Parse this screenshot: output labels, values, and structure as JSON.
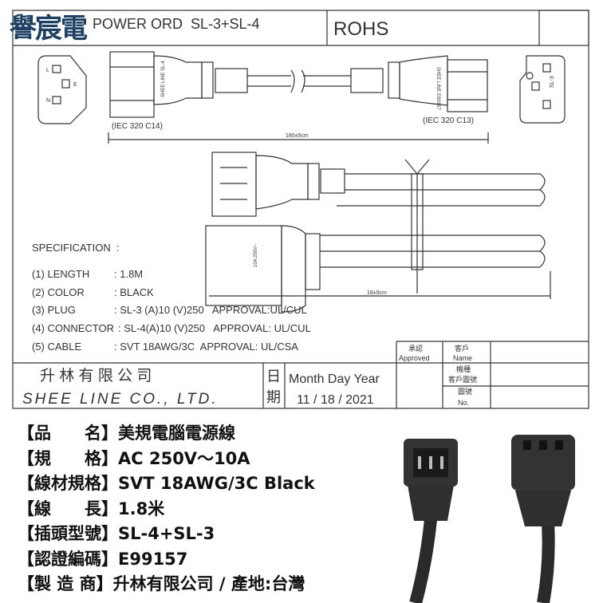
{
  "logo": {
    "text": "譽宸電"
  },
  "drawing": {
    "title": "POWER ORD  SL-3+SL-4",
    "rohs": "ROHS",
    "left_connector_label": "(IEC 320 C14)",
    "right_connector_label": "(IEC 320 C13)",
    "length_dimension": "180±5cm",
    "bundle_dimension": "18±5cm",
    "left_molding": "SHEE LINE SL-4",
    "right_molding": "SHEE LINE E99157",
    "rating_molding": "10A 250V~",
    "outlet_pins": [
      "L",
      "E",
      "N"
    ],
    "sl3_label": "SL-3",
    "spec_heading": "SPECIFICATION  :",
    "specs": [
      {
        "key": "(1) LENGTH",
        "value": ": 1.8M"
      },
      {
        "key": "(2) COLOR",
        "value": ": BLACK"
      },
      {
        "key": "(3) PLUG",
        "value": ": SL-3 (A)10 (V)250   APPROVAL:UL/CUL"
      },
      {
        "key": "(4) CONNECTOR",
        "value": ": SL-4(A)10 (V)250   APPROVAL: UL/CUL"
      },
      {
        "key": "(5) CABLE",
        "value": ": SVT 18AWG/3C  APPROVAL: UL/CSA"
      }
    ],
    "title_block": {
      "approved_zh": "承認",
      "approved_en": "Approved",
      "customer_zh": "客戶",
      "customer_en": "Name",
      "model_zh": "機種",
      "customer_drawing": "客戶圖號",
      "drawing_no_zh": "圖號",
      "drawing_no_en": "No.",
      "company_zh": "升 林 有 限 公 司",
      "company_en": "SHEE LINE CO., LTD.",
      "date_zh_1": "日",
      "date_zh_2": "期",
      "date_header": "Month Day Year",
      "date_value": "11 / 18 / 2021"
    }
  },
  "product_info": [
    {
      "label": "【品　　名】",
      "value": "美規電腦電源線"
    },
    {
      "label": "【規　　格】",
      "value": "AC 250V～10A"
    },
    {
      "label": "【線材規格】",
      "value": "SVT 18AWG/3C Black"
    },
    {
      "label": "【線　　長】",
      "value": "1.8米"
    },
    {
      "label": "【插頭型號】",
      "value": "SL-4+SL-3"
    },
    {
      "label": "【認證編碼】",
      "value": "E99157"
    },
    {
      "label": "【製 造 商】",
      "value": "升林有限公司 / 產地:台灣"
    }
  ],
  "colors": {
    "line": "#333333",
    "logo": "#1d4163",
    "cable": "#2a2a2a"
  }
}
